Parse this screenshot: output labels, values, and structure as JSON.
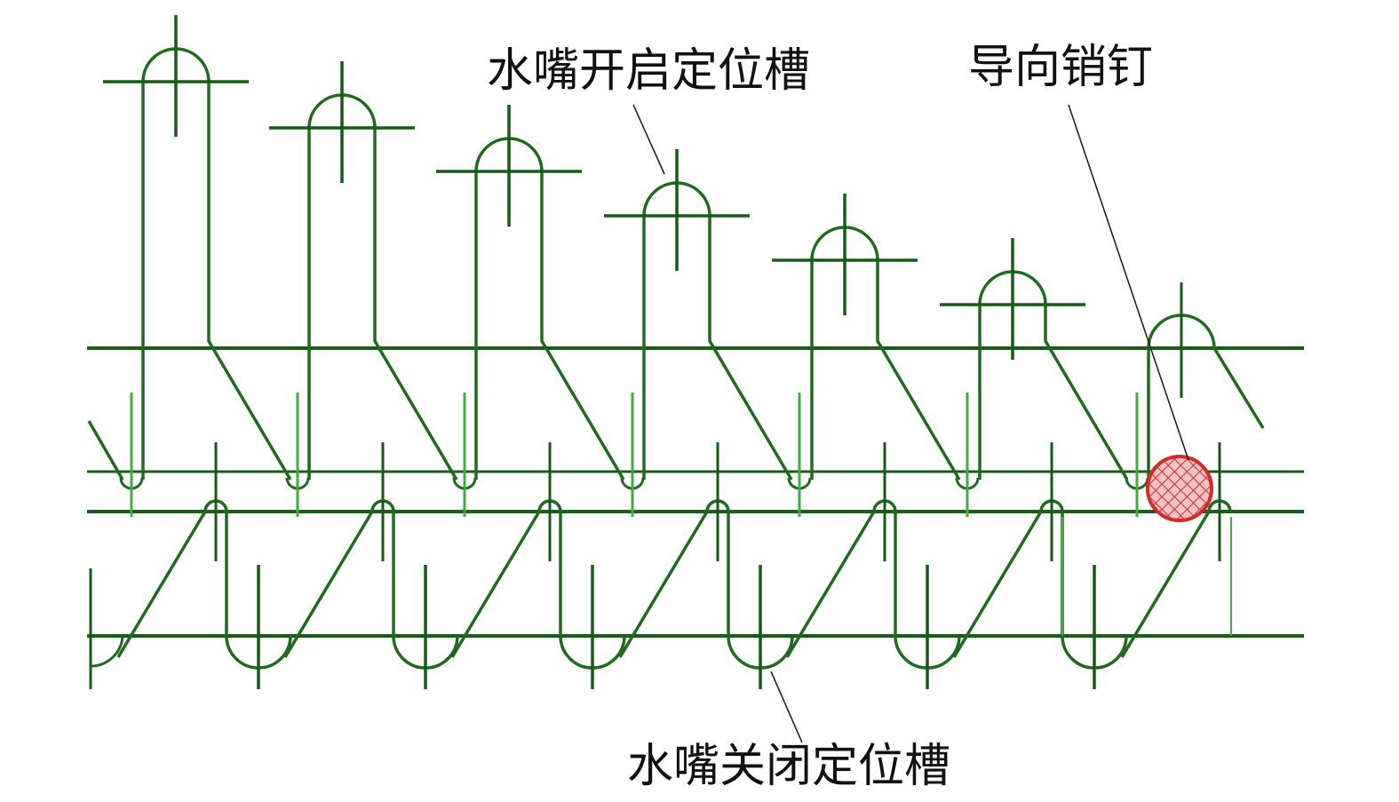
{
  "labels": {
    "open_slot": "水嘴开启定位槽",
    "guide_pin": "导向销钉",
    "close_slot": "水嘴关闭定位槽"
  },
  "colors": {
    "slot_outline": "#1e6b1e",
    "rail_line": "#1a5c1a",
    "center_mark": "#155a15",
    "light_green": "#3fae3f",
    "pin_fill": "#f2b8b8",
    "pin_stroke": "#d62828"
  },
  "icons": {
    "guide_pin": "cross-hatched-circle"
  }
}
